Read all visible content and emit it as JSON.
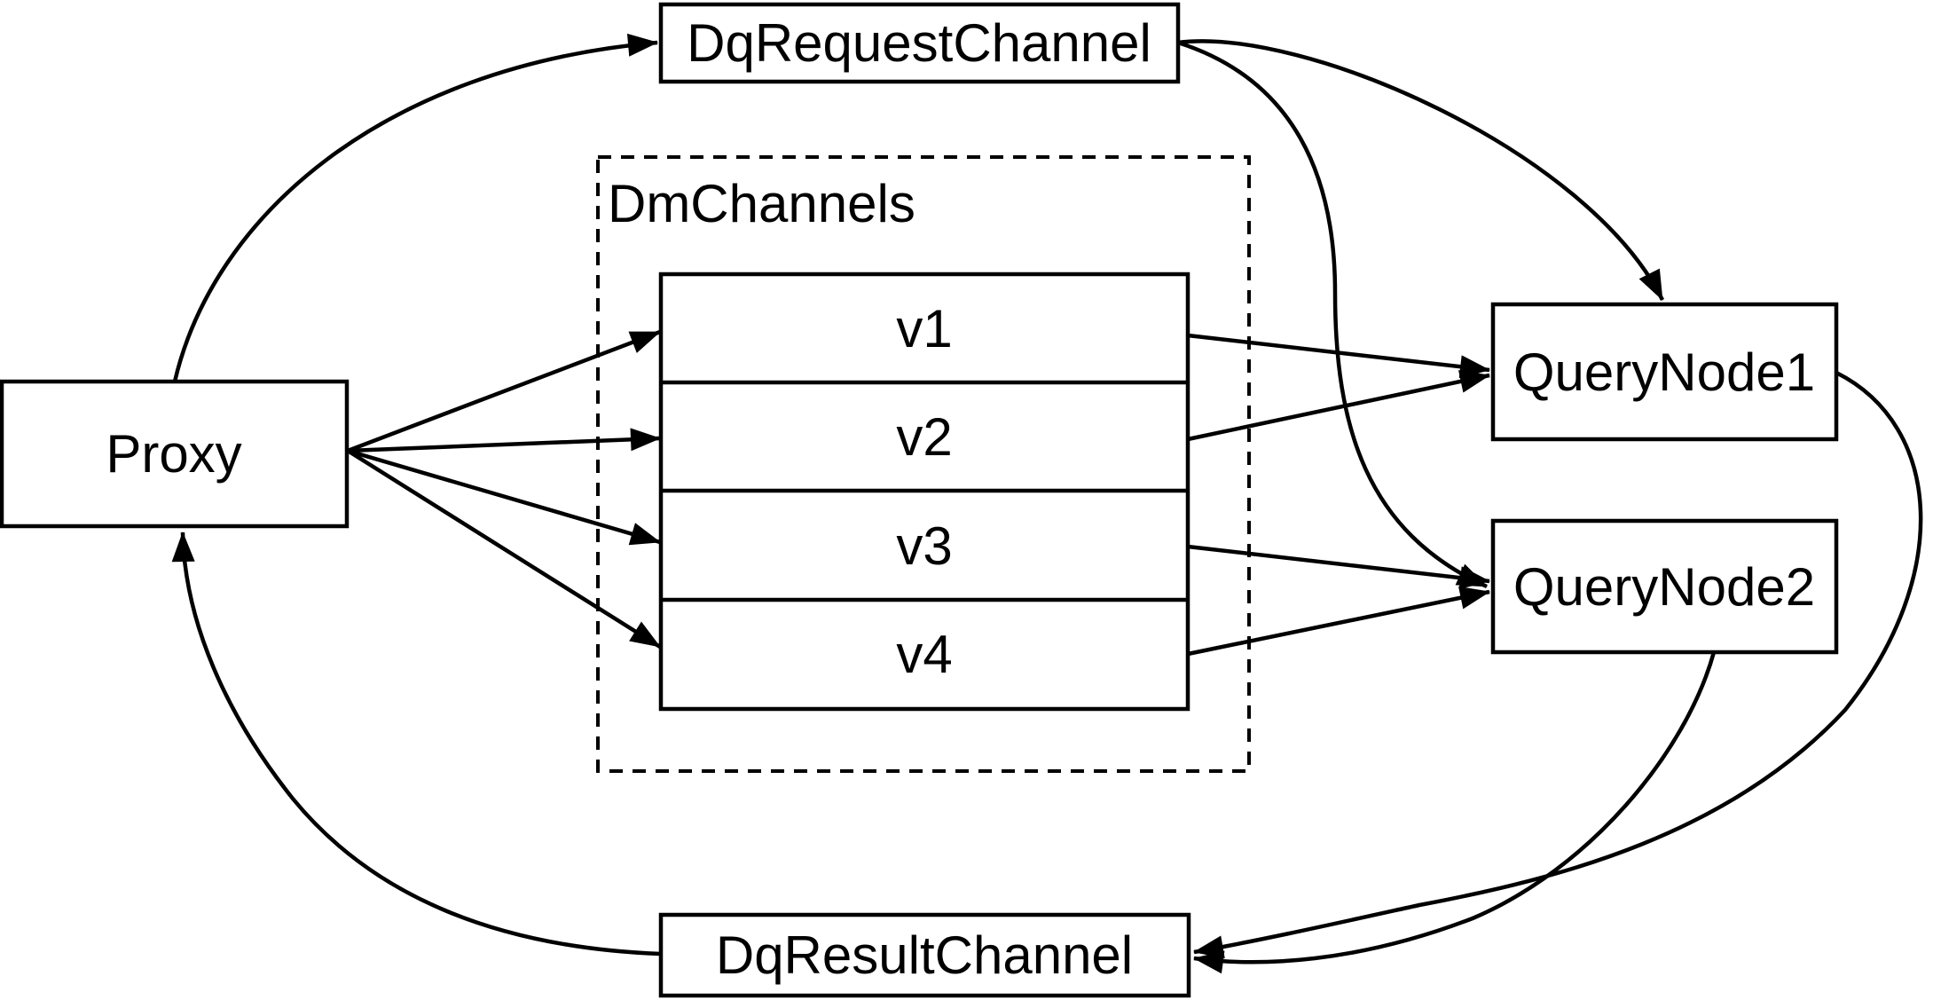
{
  "diagram": {
    "background": "#ffffff",
    "stroke_color": "#000000",
    "nodes": {
      "proxy": {
        "label": "Proxy"
      },
      "dq_request_channel": {
        "label": "DqRequestChannel"
      },
      "dq_result_channel": {
        "label": "DqResultChannel"
      },
      "query_node_1": {
        "label": "QueryNode1"
      },
      "query_node_2": {
        "label": "QueryNode2"
      },
      "dm_channels": {
        "label": "DmChannels",
        "rows": [
          {
            "label": "v1"
          },
          {
            "label": "v2"
          },
          {
            "label": "v3"
          },
          {
            "label": "v4"
          }
        ]
      }
    },
    "edges": [
      {
        "from": "Proxy",
        "to": "DqRequestChannel"
      },
      {
        "from": "DqRequestChannel",
        "to": "QueryNode1"
      },
      {
        "from": "DqRequestChannel",
        "to": "QueryNode2"
      },
      {
        "from": "Proxy",
        "to": "v1"
      },
      {
        "from": "Proxy",
        "to": "v2"
      },
      {
        "from": "Proxy",
        "to": "v3"
      },
      {
        "from": "Proxy",
        "to": "v4"
      },
      {
        "from": "v1",
        "to": "QueryNode1"
      },
      {
        "from": "v2",
        "to": "QueryNode1"
      },
      {
        "from": "v3",
        "to": "QueryNode2"
      },
      {
        "from": "v4",
        "to": "QueryNode2"
      },
      {
        "from": "QueryNode1",
        "to": "DqResultChannel"
      },
      {
        "from": "QueryNode2",
        "to": "DqResultChannel"
      },
      {
        "from": "DqResultChannel",
        "to": "Proxy"
      }
    ]
  }
}
